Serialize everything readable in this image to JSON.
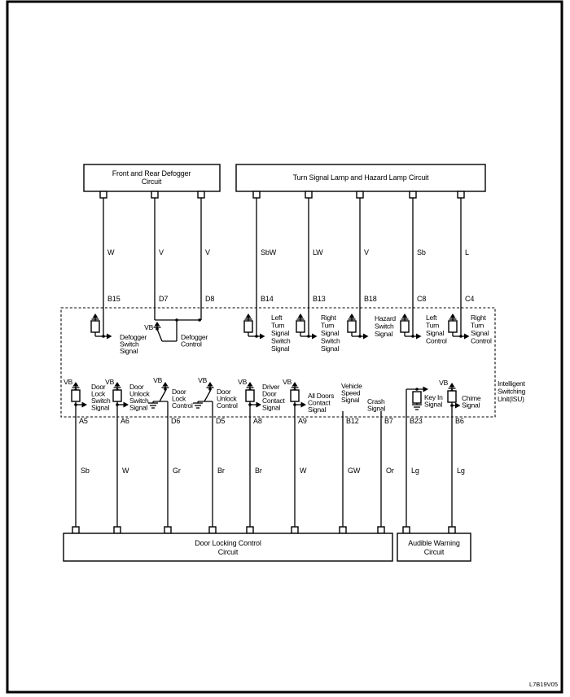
{
  "diagram": {
    "page_code": "L7B19V05",
    "vb_label": "VB",
    "colors": {
      "ink": "#000000",
      "paper": "#ffffff"
    },
    "top_boxes": [
      {
        "lines": [
          "Front and Rear Defogger",
          "Circuit"
        ]
      },
      {
        "lines": [
          "Turn Signal Lamp and Hazard Lamp Circuit"
        ]
      }
    ],
    "top_wires": [
      {
        "color": "W",
        "pin": "B15"
      },
      {
        "color": "V",
        "pin": "D7"
      },
      {
        "color": "V",
        "pin": "D8"
      },
      {
        "color": "SbW",
        "pin": "B14"
      },
      {
        "color": "LW",
        "pin": "B13"
      },
      {
        "color": "V",
        "pin": "B18"
      },
      {
        "color": "Sb",
        "pin": "C8"
      },
      {
        "color": "L",
        "pin": "C4"
      }
    ],
    "isu": {
      "name_lines": [
        "Intelligent",
        "Switching",
        "Unit(ISU)"
      ],
      "signals": {
        "defogger_switch": [
          "Defogger",
          "Switch",
          "Signal"
        ],
        "defogger_control": [
          "Defogger",
          "Control"
        ],
        "left_turn_switch": [
          "Left",
          "Turn",
          "Signal",
          "Switch",
          "Signal"
        ],
        "right_turn_switch": [
          "Right",
          "Turn",
          "Signal",
          "Switch",
          "Signal"
        ],
        "hazard_switch": [
          "Hazard",
          "Switch",
          "Signal"
        ],
        "left_turn_control": [
          "Left",
          "Turn",
          "Signal",
          "Control"
        ],
        "right_turn_control": [
          "Right",
          "Turn",
          "Signal",
          "Control"
        ],
        "door_lock_switch": [
          "Door",
          "Lock",
          "Switch",
          "Signal"
        ],
        "door_unlock_switch": [
          "Door",
          "Unlock",
          "Switch",
          "Signal"
        ],
        "door_lock_control": [
          "Door",
          "Lock",
          "Control"
        ],
        "door_unlock_control": [
          "Door",
          "Unlock",
          "Control"
        ],
        "driver_door_contact": [
          "Driver",
          "Door",
          "Contact",
          "Signal"
        ],
        "all_doors_contact": [
          "All Doors",
          "Contact",
          "Signal"
        ],
        "vehicle_speed": [
          "Vehicle",
          "Speed",
          "Signal"
        ],
        "crash": [
          "Crash",
          "Signal"
        ],
        "key_in": [
          "Key In",
          "Signal"
        ],
        "chime": [
          "Chime",
          "Signal"
        ]
      }
    },
    "bottom_wires": [
      {
        "pin": "A5",
        "color": "Sb"
      },
      {
        "pin": "A6",
        "color": "W"
      },
      {
        "pin": "D6",
        "color": "Gr"
      },
      {
        "pin": "D5",
        "color": "Br"
      },
      {
        "pin": "A8",
        "color": "Br"
      },
      {
        "pin": "A9",
        "color": "W"
      },
      {
        "pin": "B12",
        "color": "GW"
      },
      {
        "pin": "B7",
        "color": "Or"
      },
      {
        "pin": "B23",
        "color": "Lg"
      },
      {
        "pin": "B6",
        "color": "Lg"
      }
    ],
    "bottom_boxes": [
      {
        "lines": [
          "Door Locking Control",
          "Circuit"
        ]
      },
      {
        "lines": [
          "Audible Warning",
          "Circuit"
        ]
      }
    ]
  }
}
